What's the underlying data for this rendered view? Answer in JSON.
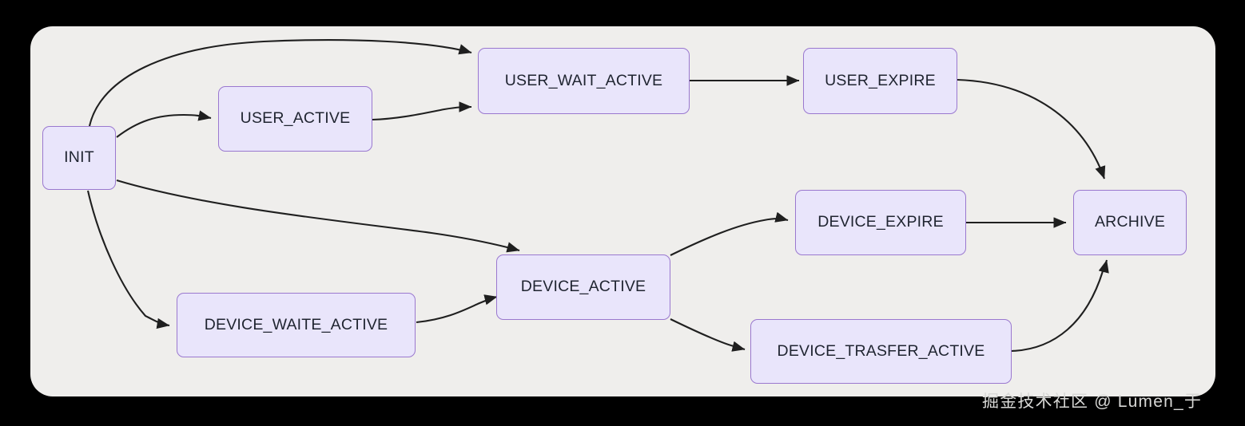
{
  "diagram": {
    "type": "state-flowchart",
    "canvas": {
      "background_color": "#efeeec",
      "page_background_color": "#000000"
    },
    "node_style": {
      "fill_color": "#e9e5fb",
      "border_color": "#9a78cf",
      "text_color": "#1f2430"
    },
    "edge_style": {
      "line_color": "#1f1f1f",
      "arrowhead": "filled-triangle"
    },
    "nodes": [
      {
        "id": "init",
        "label": "INIT"
      },
      {
        "id": "user_active",
        "label": "USER_ACTIVE"
      },
      {
        "id": "user_wait_active",
        "label": "USER_WAIT_ACTIVE"
      },
      {
        "id": "user_expire",
        "label": "USER_EXPIRE"
      },
      {
        "id": "device_waite_active",
        "label": "DEVICE_WAITE_ACTIVE"
      },
      {
        "id": "device_active",
        "label": "DEVICE_ACTIVE"
      },
      {
        "id": "device_expire",
        "label": "DEVICE_EXPIRE"
      },
      {
        "id": "device_trasfer_active",
        "label": "DEVICE_TRASFER_ACTIVE"
      },
      {
        "id": "archive",
        "label": "ARCHIVE"
      }
    ],
    "edges": [
      {
        "from": "INIT",
        "to": "USER_WAIT_ACTIVE"
      },
      {
        "from": "INIT",
        "to": "USER_ACTIVE"
      },
      {
        "from": "INIT",
        "to": "DEVICE_ACTIVE"
      },
      {
        "from": "INIT",
        "to": "DEVICE_WAITE_ACTIVE"
      },
      {
        "from": "USER_ACTIVE",
        "to": "USER_WAIT_ACTIVE"
      },
      {
        "from": "USER_WAIT_ACTIVE",
        "to": "USER_EXPIRE"
      },
      {
        "from": "USER_EXPIRE",
        "to": "ARCHIVE"
      },
      {
        "from": "DEVICE_WAITE_ACTIVE",
        "to": "DEVICE_ACTIVE"
      },
      {
        "from": "DEVICE_ACTIVE",
        "to": "DEVICE_EXPIRE"
      },
      {
        "from": "DEVICE_ACTIVE",
        "to": "DEVICE_TRASFER_ACTIVE"
      },
      {
        "from": "DEVICE_EXPIRE",
        "to": "ARCHIVE"
      },
      {
        "from": "DEVICE_TRASFER_ACTIVE",
        "to": "ARCHIVE"
      }
    ]
  },
  "watermark": {
    "text": "掘金技术社区 @ Lumen_于"
  }
}
